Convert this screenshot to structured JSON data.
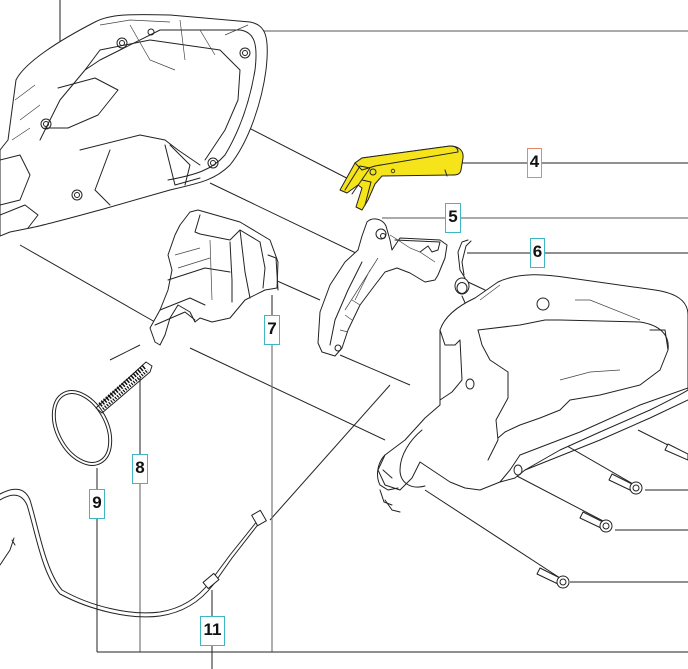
{
  "diagram": {
    "type": "exploded-parts-diagram",
    "highlight_color": "#f5e41a",
    "callout_border_color": "#3fb6c3",
    "selected_callout_border_color": "#e8866a",
    "callouts": [
      {
        "label": "4",
        "selected": true
      },
      {
        "label": "5",
        "selected": false
      },
      {
        "label": "6",
        "selected": false
      },
      {
        "label": "7",
        "selected": false
      },
      {
        "label": "8",
        "selected": false
      },
      {
        "label": "9",
        "selected": false
      },
      {
        "label": "11",
        "selected": false
      }
    ],
    "parts": [
      {
        "name": "upper-handle-housing"
      },
      {
        "name": "throttle-lockout",
        "callout": "4",
        "highlighted": true
      },
      {
        "name": "throttle-trigger",
        "callout": "5"
      },
      {
        "name": "torsion-spring",
        "callout": "6"
      },
      {
        "name": "switch-housing",
        "callout": "7"
      },
      {
        "name": "compression-spring",
        "callout": "8"
      },
      {
        "name": "o-ring",
        "callout": "9"
      },
      {
        "name": "throttle-cable",
        "callout": "11"
      },
      {
        "name": "rear-handle"
      },
      {
        "name": "screws"
      }
    ]
  }
}
